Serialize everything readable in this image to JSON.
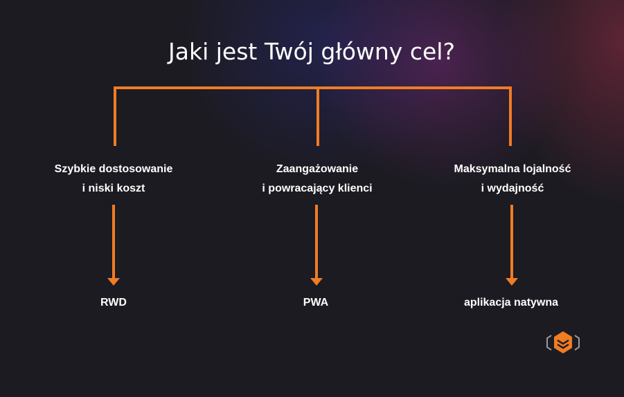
{
  "title": "Jaki jest Twój główny cel?",
  "accent": "#f07c24",
  "goals": [
    {
      "line1": "Szybkie dostosowanie",
      "line2": "i niski koszt",
      "result": "RWD"
    },
    {
      "line1": "Zaangażowanie",
      "line2": "i powracający klienci",
      "result": "PWA"
    },
    {
      "line1": "Maksymalna lojalność",
      "line2": "i wydajność",
      "result": "aplikacja natywna"
    }
  ],
  "logo_icon": "hexagon-stack-logo"
}
